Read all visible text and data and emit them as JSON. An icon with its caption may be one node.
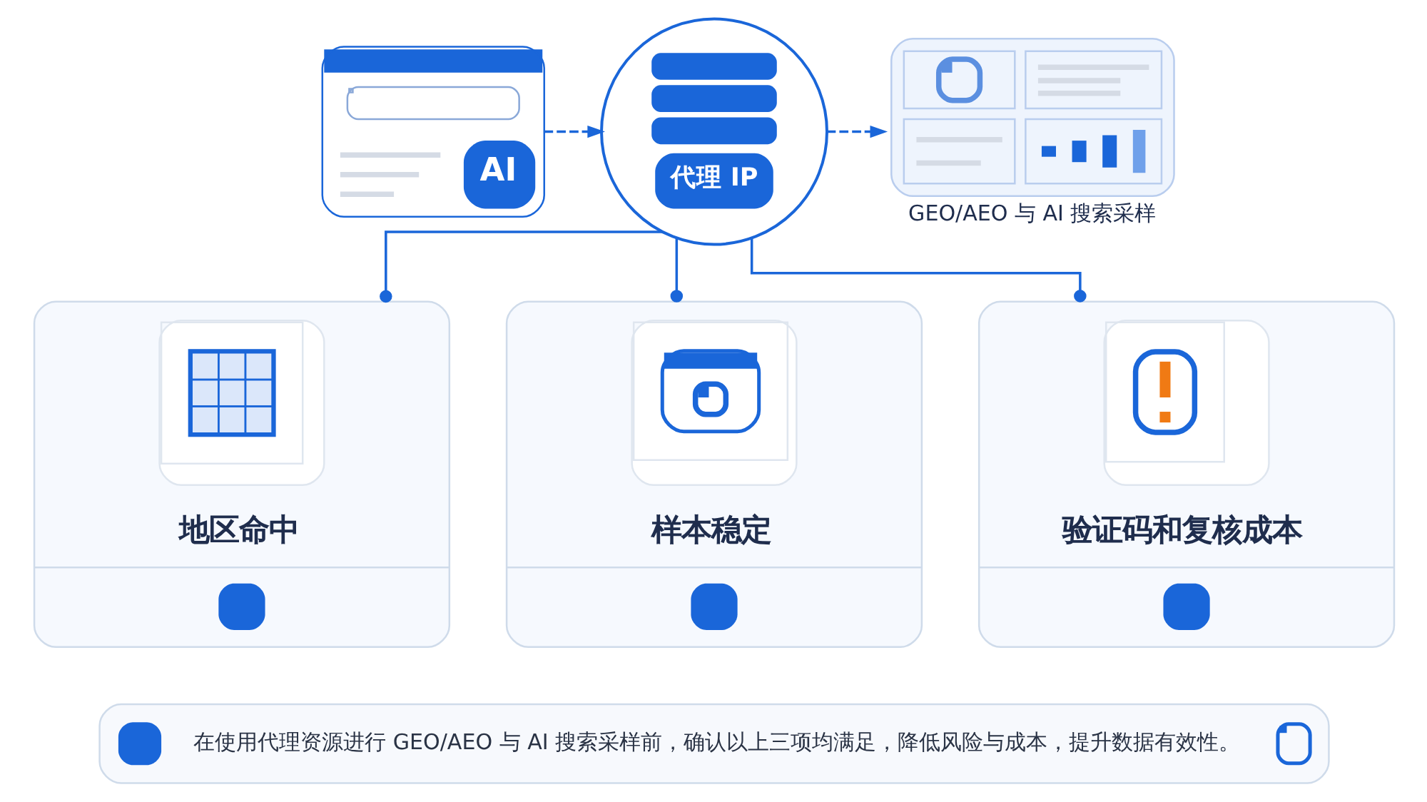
{
  "diagram": {
    "nodes": [
      {
        "text": [
          "AI"
        ]
      },
      {
        "text": [
          "代理 IP"
        ]
      },
      {
        "text": [
          "GEO/AEO 与 AI 搜索采样"
        ]
      },
      {
        "text": [
          "地区命中"
        ]
      },
      {
        "text": [
          "样本稳定"
        ]
      },
      {
        "text": [
          "验证码和复核成本"
        ]
      },
      {
        "text": [
          "在使用代理资源进行 GEO/AEO 与 AI 搜索采样前，确认以上三项均满足，降低风险与成本，提升数据有效性。"
        ]
      }
    ],
    "edges": [
      {
        "from": 0,
        "to": 1,
        "arrow": "to",
        "style": "dashed"
      },
      {
        "from": 1,
        "to": 2,
        "arrow": "to",
        "style": "dashed"
      },
      {
        "from": 1,
        "to": 3,
        "arrow": "other"
      },
      {
        "from": 1,
        "to": 4,
        "arrow": "other"
      },
      {
        "from": 1,
        "to": 5,
        "arrow": "other"
      }
    ]
  }
}
